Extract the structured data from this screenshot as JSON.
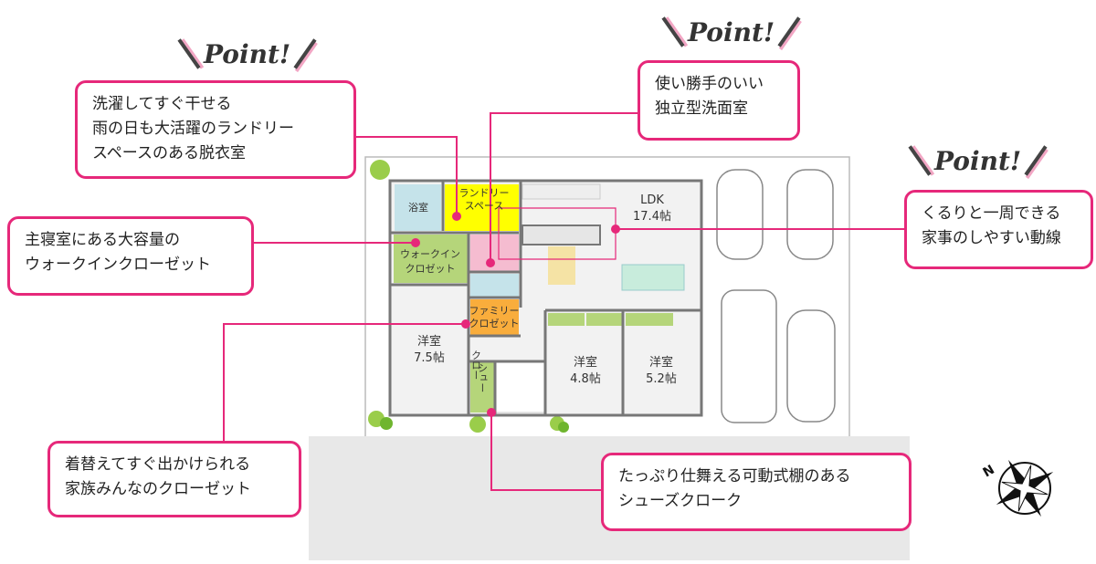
{
  "points": {
    "label": "Point!"
  },
  "callouts": [
    {
      "lines": [
        "洗濯してすぐ干せる",
        "雨の日も大活躍のランドリー",
        "スペースのある脱衣室"
      ]
    },
    {
      "lines": [
        "使い勝手のいい",
        "独立型洗面室"
      ]
    },
    {
      "lines": [
        "くるりと一周できる",
        "家事のしやすい動線"
      ]
    },
    {
      "lines": [
        "主寝室にある大容量の",
        "ウォークインクローゼット"
      ]
    },
    {
      "lines": [
        "着替えてすぐ出かけられる",
        "家族みんなのクローゼット"
      ]
    },
    {
      "lines": [
        "たっぷり仕舞える可動式棚のある",
        "シューズクローク"
      ]
    }
  ],
  "rooms": {
    "bath": "浴室",
    "laundry": [
      "ランドリー",
      "スペース"
    ],
    "wic": [
      "ウォークイン",
      "クロゼット"
    ],
    "family_closet": [
      "ファミリー",
      "クロゼット"
    ],
    "ldk": [
      "LDK",
      "17.4帖"
    ],
    "western1": [
      "洋室",
      "7.5帖"
    ],
    "western2": [
      "洋室",
      "4.8帖"
    ],
    "western3": [
      "洋室",
      "5.2帖"
    ],
    "shoes": [
      "シュー",
      "ズ",
      "クロー",
      "ク"
    ]
  },
  "compass": {
    "north": "N"
  },
  "colors": {
    "accent": "#e6287a",
    "laundry": "#ffff00",
    "closet_green": "#b5d57a",
    "orange": "#f9ad3c",
    "pink": "#f5bcd0",
    "blue": "#c5e3ea"
  }
}
